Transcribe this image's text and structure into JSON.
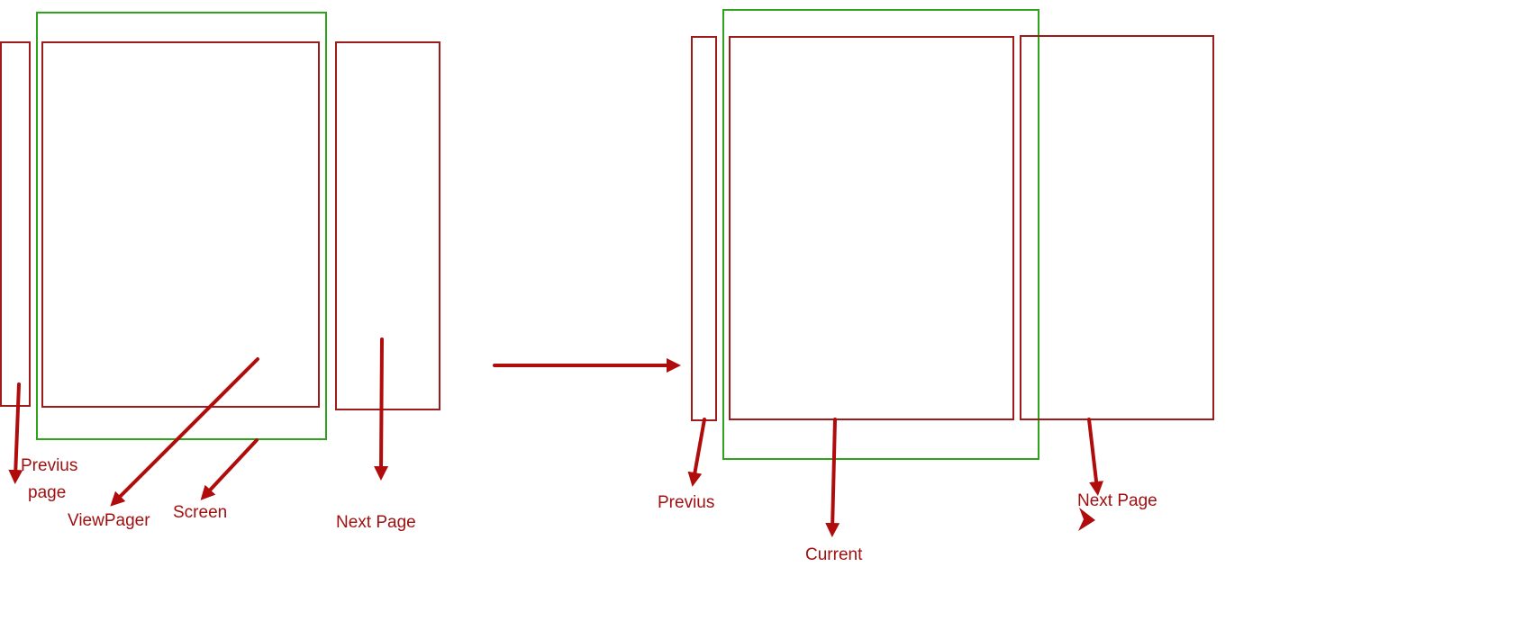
{
  "colors": {
    "page_border": "#9e1b1b",
    "viewpager_border": "#2ea31c",
    "arrow": "#b00c0c",
    "label": "#a01010"
  },
  "before": {
    "labels": {
      "previous": "Previus",
      "previous2": "page",
      "viewpager": "ViewPager",
      "screen": "Screen",
      "next": "Next Page"
    }
  },
  "after": {
    "labels": {
      "previous": "Previus",
      "current": "Current",
      "next": "Next Page"
    }
  }
}
